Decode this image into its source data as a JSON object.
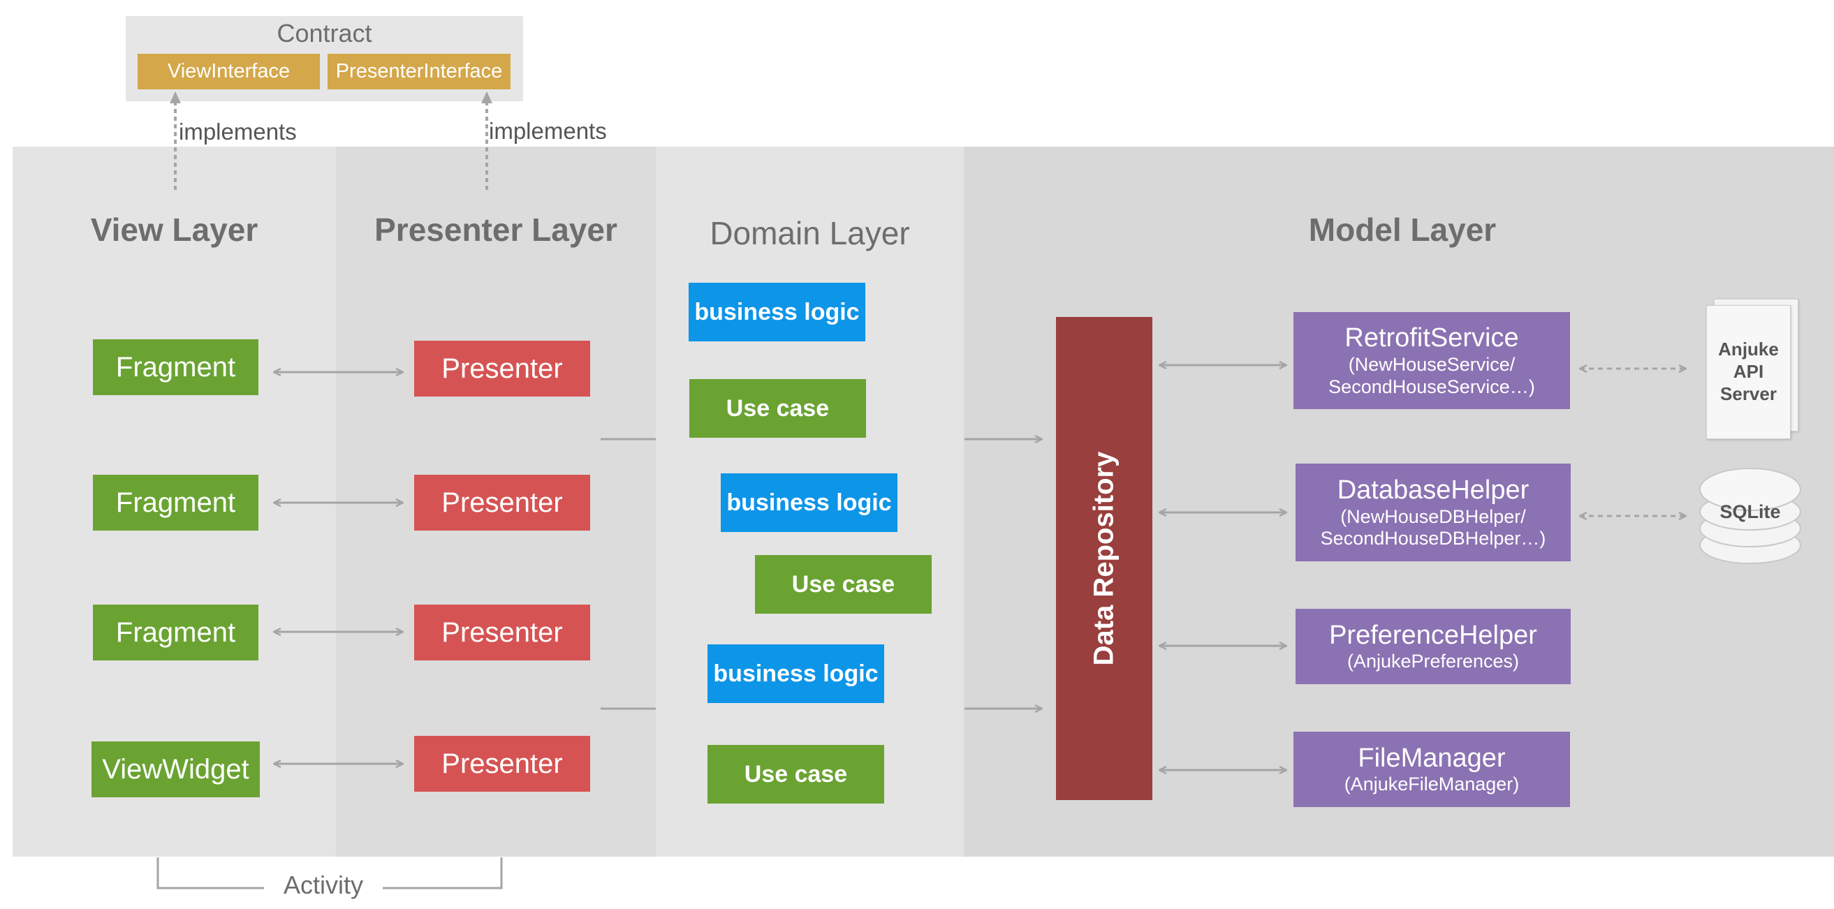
{
  "contract": {
    "title": "Contract",
    "view_interface": "ViewInterface",
    "presenter_interface": "PresenterInterface",
    "implements_left": "implements",
    "implements_right": "implements"
  },
  "layers": {
    "view": "View Layer",
    "presenter": "Presenter Layer",
    "domain": "Domain Layer",
    "model": "Model Layer"
  },
  "view_items": [
    "Fragment",
    "Fragment",
    "Fragment",
    "ViewWidget"
  ],
  "presenter_items": [
    "Presenter",
    "Presenter",
    "Presenter",
    "Presenter"
  ],
  "domain_items": [
    "business logic",
    "Use case",
    "business logic",
    "Use case",
    "business logic",
    "Use case"
  ],
  "data_repository": "Data Repository",
  "model_items": [
    {
      "name": "RetrofitService",
      "detail_1": "(NewHouseService/",
      "detail_2": "SecondHouseService…)"
    },
    {
      "name": "DatabaseHelper",
      "detail_1": "(NewHouseDBHelper/",
      "detail_2": "SecondHouseDBHelper…)"
    },
    {
      "name": "PreferenceHelper",
      "detail_1": "(AnjukePreferences)"
    },
    {
      "name": "FileManager",
      "detail_1": "(AnjukeFileManager)"
    }
  ],
  "external": {
    "server_line1": "Anjuke",
    "server_line2": "API",
    "server_line3": "Server",
    "sqlite": "SQLite"
  },
  "activity_label": "Activity",
  "colors": {
    "view_green": "#6aa332",
    "presenter_red": "#d65353",
    "logic_blue": "#0d95e8",
    "model_purple": "#8b72b2",
    "repository_red": "#993f3d",
    "contract_gold": "#d4a74a"
  }
}
